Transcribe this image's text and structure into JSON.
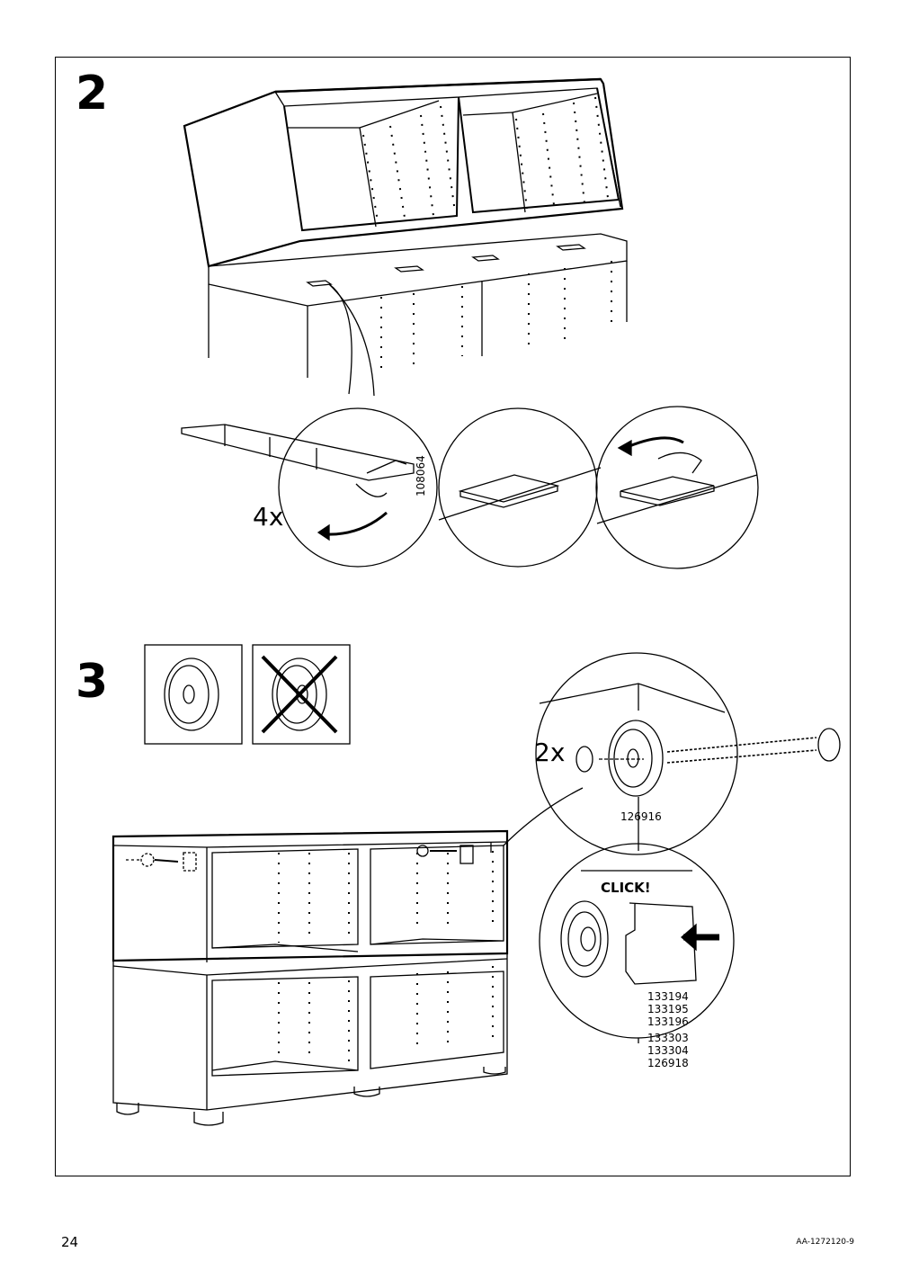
{
  "steps": [
    {
      "number": "2",
      "quantity": "4x",
      "part_number": "108064"
    },
    {
      "number": "3",
      "quantity": "2x",
      "part_number": "126916",
      "click_label": "CLICK!",
      "part_numbers": [
        "133194",
        "133195",
        "133196",
        "133303",
        "133304",
        "126918"
      ]
    }
  ],
  "footer": {
    "page_number": "24",
    "doc_code": "AA-1272120-9"
  },
  "colors": {
    "ink": "#000000",
    "paper": "#ffffff"
  }
}
